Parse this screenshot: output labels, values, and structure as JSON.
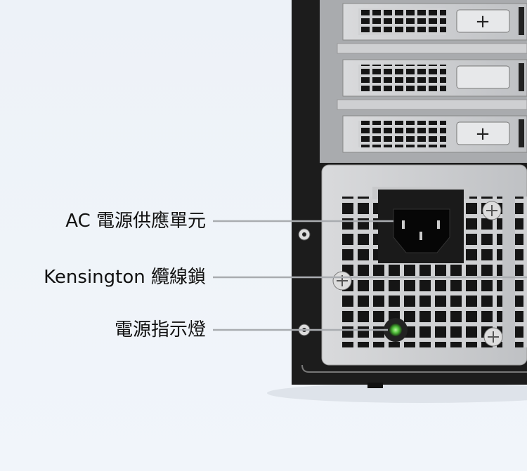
{
  "labels": {
    "ac_power": "AC 電源供應單元",
    "kensington": "Kensington 纜線鎖",
    "power_led": "電源指示燈"
  },
  "colors": {
    "background": "#eef3f9",
    "case": "#1c1c1c",
    "panel": "#c8c9cb",
    "led": "#4fbf3a",
    "leader_line": "#a9acb0"
  }
}
